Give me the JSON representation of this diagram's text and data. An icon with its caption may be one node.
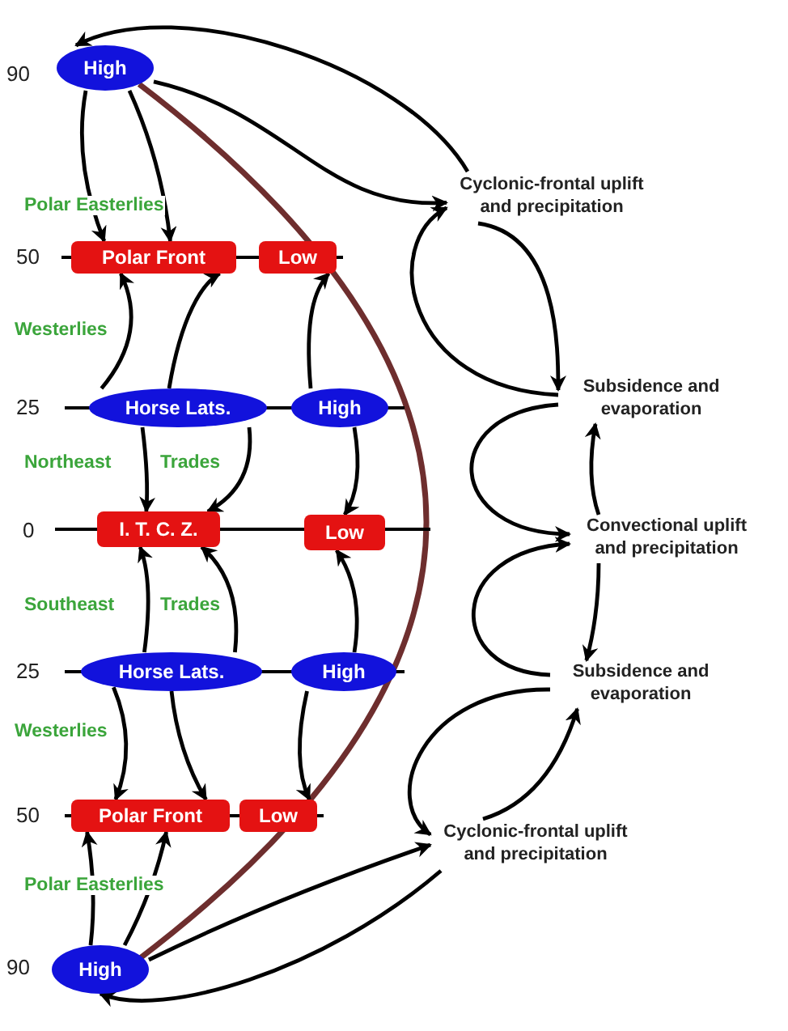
{
  "diagram": {
    "nodes": [
      {
        "text": [
          "High"
        ]
      },
      {
        "text": [
          "Polar Front"
        ]
      },
      {
        "text": [
          "Low"
        ]
      },
      {
        "text": [
          "Horse Lats."
        ]
      },
      {
        "text": [
          "High"
        ]
      },
      {
        "text": [
          "I. T. C. Z."
        ]
      },
      {
        "text": [
          "Low"
        ]
      },
      {
        "text": [
          "Horse Lats."
        ]
      },
      {
        "text": [
          "High"
        ]
      },
      {
        "text": [
          "Polar Front"
        ]
      },
      {
        "text": [
          "Low"
        ]
      },
      {
        "text": [
          "High"
        ]
      },
      {
        "text": [
          "Cyclonic-frontal uplift and precipitation"
        ]
      },
      {
        "text": [
          "Subsidence and evaporation"
        ]
      },
      {
        "text": [
          "Convectional uplift and precipitation"
        ]
      },
      {
        "text": [
          "Subsidence and evaporation"
        ]
      },
      {
        "text": [
          "Cyclonic-frontal uplift and precipitation"
        ]
      }
    ],
    "edges": [
      {
        "from": 0,
        "to": 1,
        "arrow": "to"
      },
      {
        "from": 0,
        "to": 1,
        "arrow": "to"
      },
      {
        "from": 3,
        "to": 1,
        "arrow": "to"
      },
      {
        "from": 3,
        "to": 1,
        "arrow": "to"
      },
      {
        "from": 4,
        "to": 2,
        "arrow": "to"
      },
      {
        "from": 3,
        "to": 5,
        "arrow": "to"
      },
      {
        "from": 3,
        "to": 5,
        "arrow": "to"
      },
      {
        "from": 4,
        "to": 6,
        "arrow": "to"
      },
      {
        "from": 7,
        "to": 5,
        "arrow": "to"
      },
      {
        "from": 7,
        "to": 5,
        "arrow": "to"
      },
      {
        "from": 8,
        "to": 6,
        "arrow": "to"
      },
      {
        "from": 7,
        "to": 9,
        "arrow": "to"
      },
      {
        "from": 7,
        "to": 9,
        "arrow": "to"
      },
      {
        "from": 8,
        "to": 10,
        "arrow": "to"
      },
      {
        "from": 11,
        "to": 9,
        "arrow": "to"
      },
      {
        "from": 11,
        "to": 9,
        "arrow": "to"
      },
      {
        "from": 0,
        "to": 12,
        "arrow": "to"
      },
      {
        "from": 12,
        "to": 0,
        "arrow": "to"
      },
      {
        "from": 12,
        "to": 13,
        "arrow": "to"
      },
      {
        "from": 13,
        "to": 12,
        "arrow": "to"
      },
      {
        "from": 13,
        "to": 14,
        "arrow": "to"
      },
      {
        "from": 14,
        "to": 13,
        "arrow": "to"
      },
      {
        "from": 15,
        "to": 14,
        "arrow": "to"
      },
      {
        "from": 14,
        "to": 15,
        "arrow": "to"
      },
      {
        "from": 15,
        "to": 16,
        "arrow": "to"
      },
      {
        "from": 16,
        "to": 15,
        "arrow": "to"
      },
      {
        "from": 11,
        "to": 16,
        "arrow": "to"
      },
      {
        "from": 16,
        "to": 11,
        "arrow": "to"
      }
    ],
    "labels": [
      "90",
      "Polar Easterlies",
      "50",
      "Westerlies",
      "25",
      "Northeast",
      "Trades",
      "0",
      "Southeast",
      "Trades",
      "25",
      "Westerlies",
      "50",
      "Polar Easterlies",
      "90"
    ]
  }
}
